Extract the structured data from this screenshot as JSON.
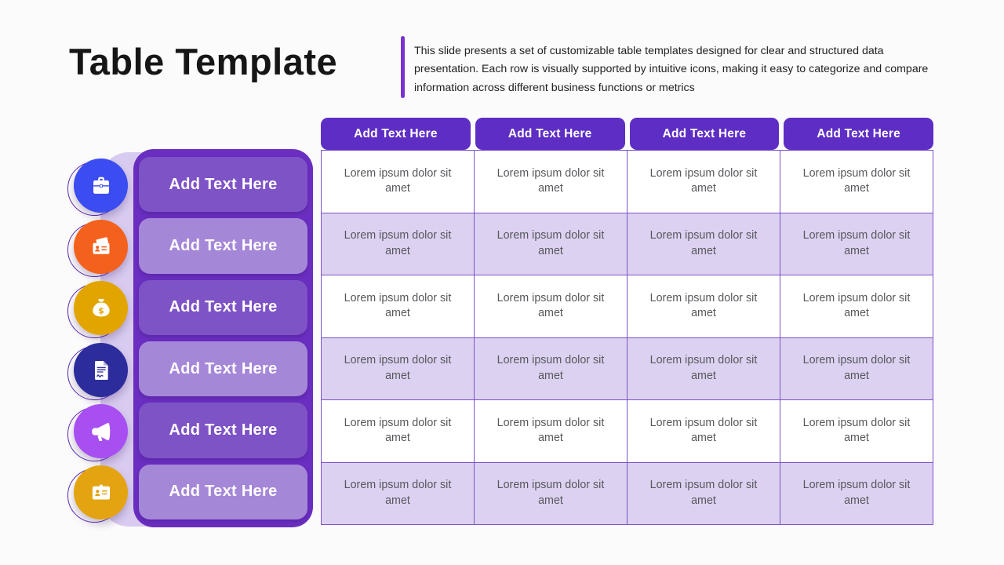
{
  "slide": {
    "title": "Table Template",
    "description": "This slide presents a set of customizable table templates designed for clear and structured data presentation. Each row is visually supported by intuitive icons, making it easy to categorize and compare information across different business functions or metrics"
  },
  "sidebar": {
    "items": [
      {
        "icon": "briefcase-icon",
        "color": "#3B4CF0",
        "label": "Add Text Here"
      },
      {
        "icon": "wallet-icon",
        "color": "#F4611D",
        "label": "Add Text Here"
      },
      {
        "icon": "money-bag-icon",
        "color": "#E2A500",
        "label": "Add Text Here"
      },
      {
        "icon": "contract-icon",
        "color": "#2C2C9C",
        "label": "Add Text Here"
      },
      {
        "icon": "megaphone-icon",
        "color": "#A84FF2",
        "label": "Add Text Here"
      },
      {
        "icon": "id-card-icon",
        "color": "#E4A412",
        "label": "Add Text Here"
      }
    ]
  },
  "table": {
    "headers": [
      "Add Text Here",
      "Add Text Here",
      "Add Text Here",
      "Add Text Here"
    ],
    "rows": [
      {
        "cells": [
          "Lorem ipsum dolor sit amet",
          "Lorem ipsum dolor sit amet",
          "Lorem ipsum dolor sit amet",
          "Lorem ipsum dolor sit amet"
        ]
      },
      {
        "cells": [
          "Lorem ipsum dolor sit amet",
          "Lorem ipsum dolor sit amet",
          "Lorem ipsum dolor sit amet",
          "Lorem ipsum dolor sit amet"
        ]
      },
      {
        "cells": [
          "Lorem ipsum dolor sit amet",
          "Lorem ipsum dolor sit amet",
          "Lorem ipsum dolor sit amet",
          "Lorem ipsum dolor sit amet"
        ]
      },
      {
        "cells": [
          "Lorem ipsum dolor sit amet",
          "Lorem ipsum dolor sit amet",
          "Lorem ipsum dolor sit amet",
          "Lorem ipsum dolor sit amet"
        ]
      },
      {
        "cells": [
          "Lorem ipsum dolor sit amet",
          "Lorem ipsum dolor sit amet",
          "Lorem ipsum dolor sit amet",
          "Lorem ipsum dolor sit amet"
        ]
      },
      {
        "cells": [
          "Lorem ipsum dolor sit amet",
          "Lorem ipsum dolor sit amet",
          "Lorem ipsum dolor sit amet",
          "Lorem ipsum dolor sit amet"
        ]
      }
    ]
  },
  "colors": {
    "accent_bar": "#7733CC",
    "header_bg": "#5E2EC4",
    "table_border": "#7C52C8",
    "row_alt": "#DDD1F1",
    "panel_bg": "#6A2EC0",
    "button_odd": "#7E53C6",
    "button_even": "#A587D8",
    "strip_bg": "#D8CBEF",
    "ring": "#5B2BB5"
  }
}
